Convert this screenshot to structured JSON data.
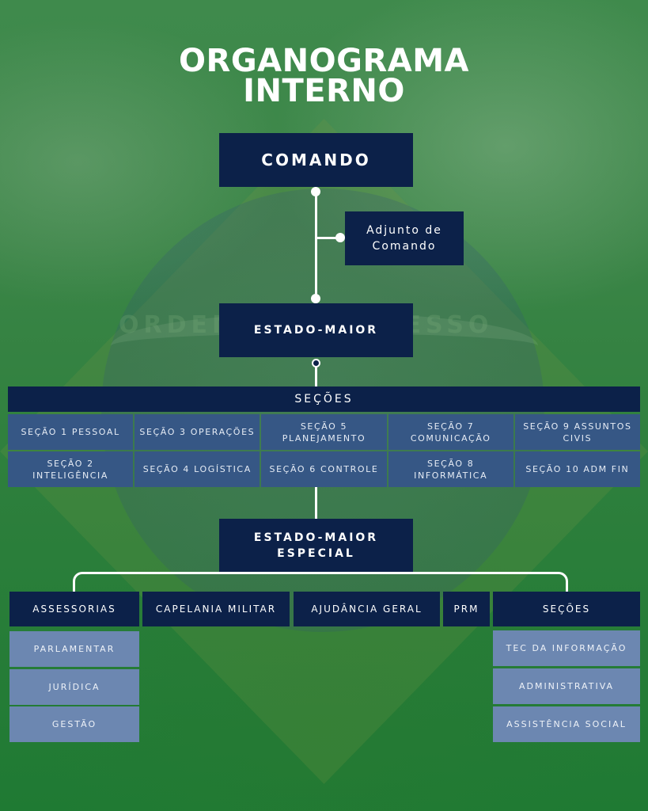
{
  "title": {
    "line1": "ORGANOGRAMA",
    "line2": "INTERNO"
  },
  "background": {
    "motto": "ORDEM E PROGRESSO"
  },
  "colors": {
    "node_dark": "#0c2149",
    "cell_mid": "#365785",
    "cell_light": "#6c87b1",
    "connector": "#ffffff"
  },
  "nodes": {
    "comando": "COMANDO",
    "adjunto": "Adjunto de Comando",
    "estado_maior": "ESTADO-MAIOR",
    "estado_maior_especial": "ESTADO-MAIOR ESPECIAL"
  },
  "secoes": {
    "header": "SEÇÕES",
    "items": [
      "SEÇÃO 1 PESSOAL",
      "SEÇÃO 3 OPERAÇÕES",
      "SEÇÃO 5 PLANEJAMENTO",
      "SEÇÃO 7 COMUNICAÇÃO",
      "SEÇÃO 9 ASSUNTOS CIVIS",
      "SEÇÃO 2 INTELIGÊNCIA",
      "SEÇÃO 4 LOGÍSTICA",
      "SEÇÃO 6 CONTROLE",
      "SEÇÃO 8 INFORMÁTICA",
      "SEÇÃO 10 ADM FIN"
    ]
  },
  "especial": {
    "assessorias": {
      "label": "ASSESSORIAS",
      "children": [
        "PARLAMENTAR",
        "JURÍDICA",
        "GESTÃO"
      ]
    },
    "capelania": "CAPELANIA MILITAR",
    "ajudancia": "AJUDÂNCIA GERAL",
    "prm": "PRM",
    "secoes": {
      "label": "SEÇÕES",
      "children": [
        "TEC DA INFORMAÇÃO",
        "ADMINISTRATIVA",
        "ASSISTÊNCIA SOCIAL"
      ]
    }
  }
}
